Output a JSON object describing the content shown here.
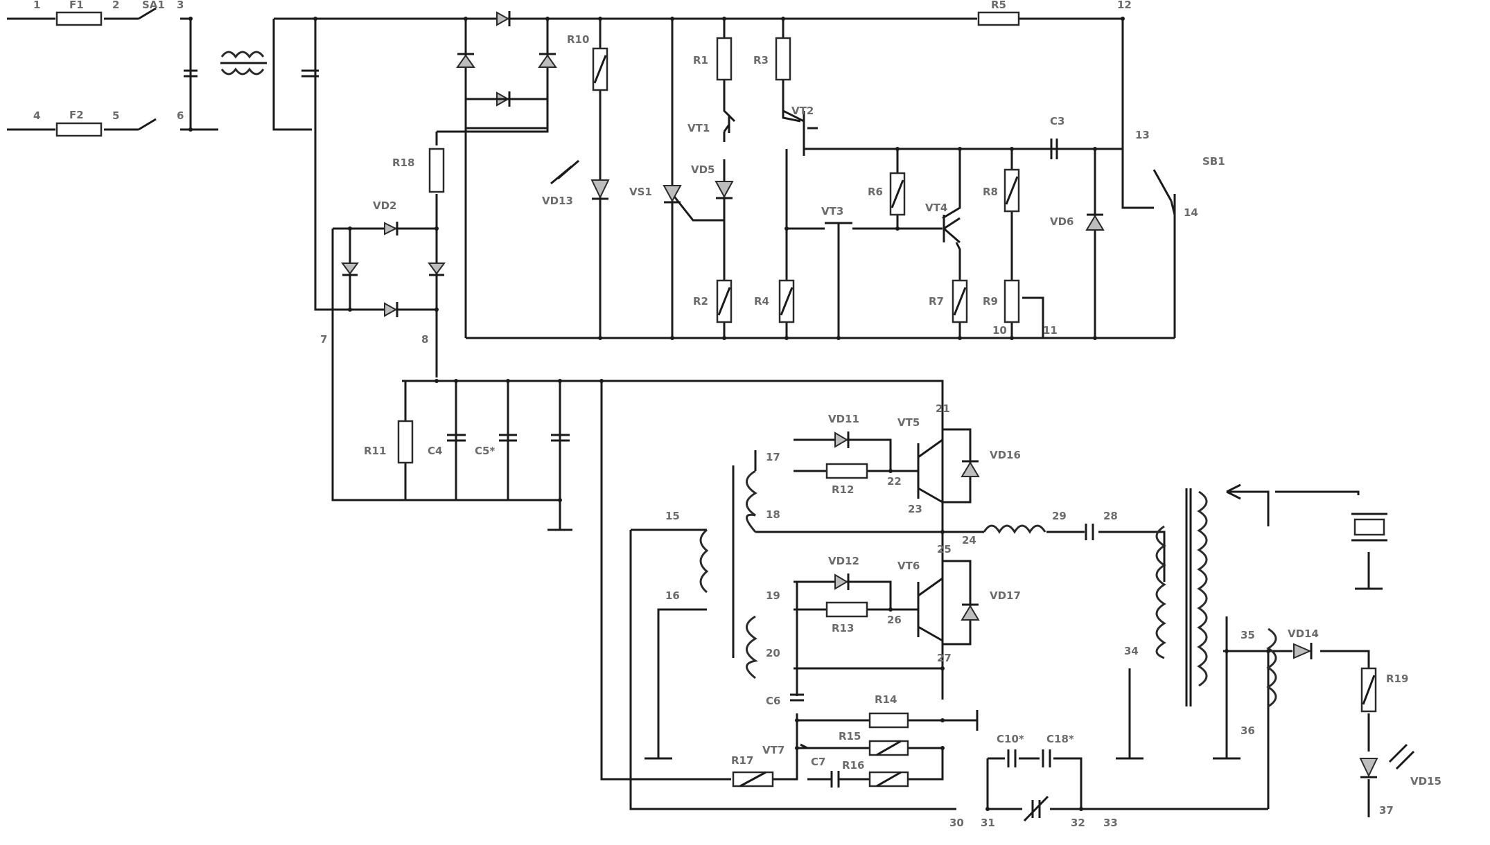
{
  "components": {
    "F1": "F1",
    "F2": "F2",
    "SA1": "SA1",
    "R1": "R1",
    "R2": "R2",
    "R3": "R3",
    "R4": "R4",
    "R5": "R5",
    "R6": "R6",
    "R7": "R7",
    "R8": "R8",
    "R9": "R9",
    "R10": "R10",
    "R11": "R11",
    "R12": "R12",
    "R13": "R13",
    "R14": "R14",
    "R15": "R15",
    "R16": "R16",
    "R17": "R17",
    "R18": "R18",
    "R19": "R19",
    "C3": "C3",
    "C4": "C4",
    "C5": "C5*",
    "C6": "C6",
    "C7": "C7",
    "C10": "C10*",
    "C18": "C18*",
    "VT1": "VT1",
    "VT2": "VT2",
    "VT3": "VT3",
    "VT4": "VT4",
    "VT5": "VT5",
    "VT6": "VT6",
    "VT7": "VT7",
    "VS1": "VS1",
    "VD2": "VD2",
    "VD5": "VD5",
    "VD6": "VD6",
    "VD11": "VD11",
    "VD12": "VD12",
    "VD13": "VD13",
    "VD14": "VD14",
    "VD15": "VD15",
    "VD16": "VD16",
    "VD17": "VD17",
    "SB1": "SB1"
  },
  "nodes": {
    "n1": "1",
    "n2": "2",
    "n3": "3",
    "n4": "4",
    "n5": "5",
    "n6": "6",
    "n7": "7",
    "n8": "8",
    "n10": "10",
    "n11": "11",
    "n12": "12",
    "n13": "13",
    "n14": "14",
    "n15": "15",
    "n16": "16",
    "n17": "17",
    "n18": "18",
    "n19": "19",
    "n20": "20",
    "n21": "21",
    "n22": "22",
    "n23": "23",
    "n24": "24",
    "n25": "25",
    "n26": "26",
    "n27": "27",
    "n28": "28",
    "n29": "29",
    "n30": "30",
    "n31": "31",
    "n32": "32",
    "n33": "33",
    "n34": "34",
    "n35": "35",
    "n36": "36",
    "n37": "37"
  }
}
